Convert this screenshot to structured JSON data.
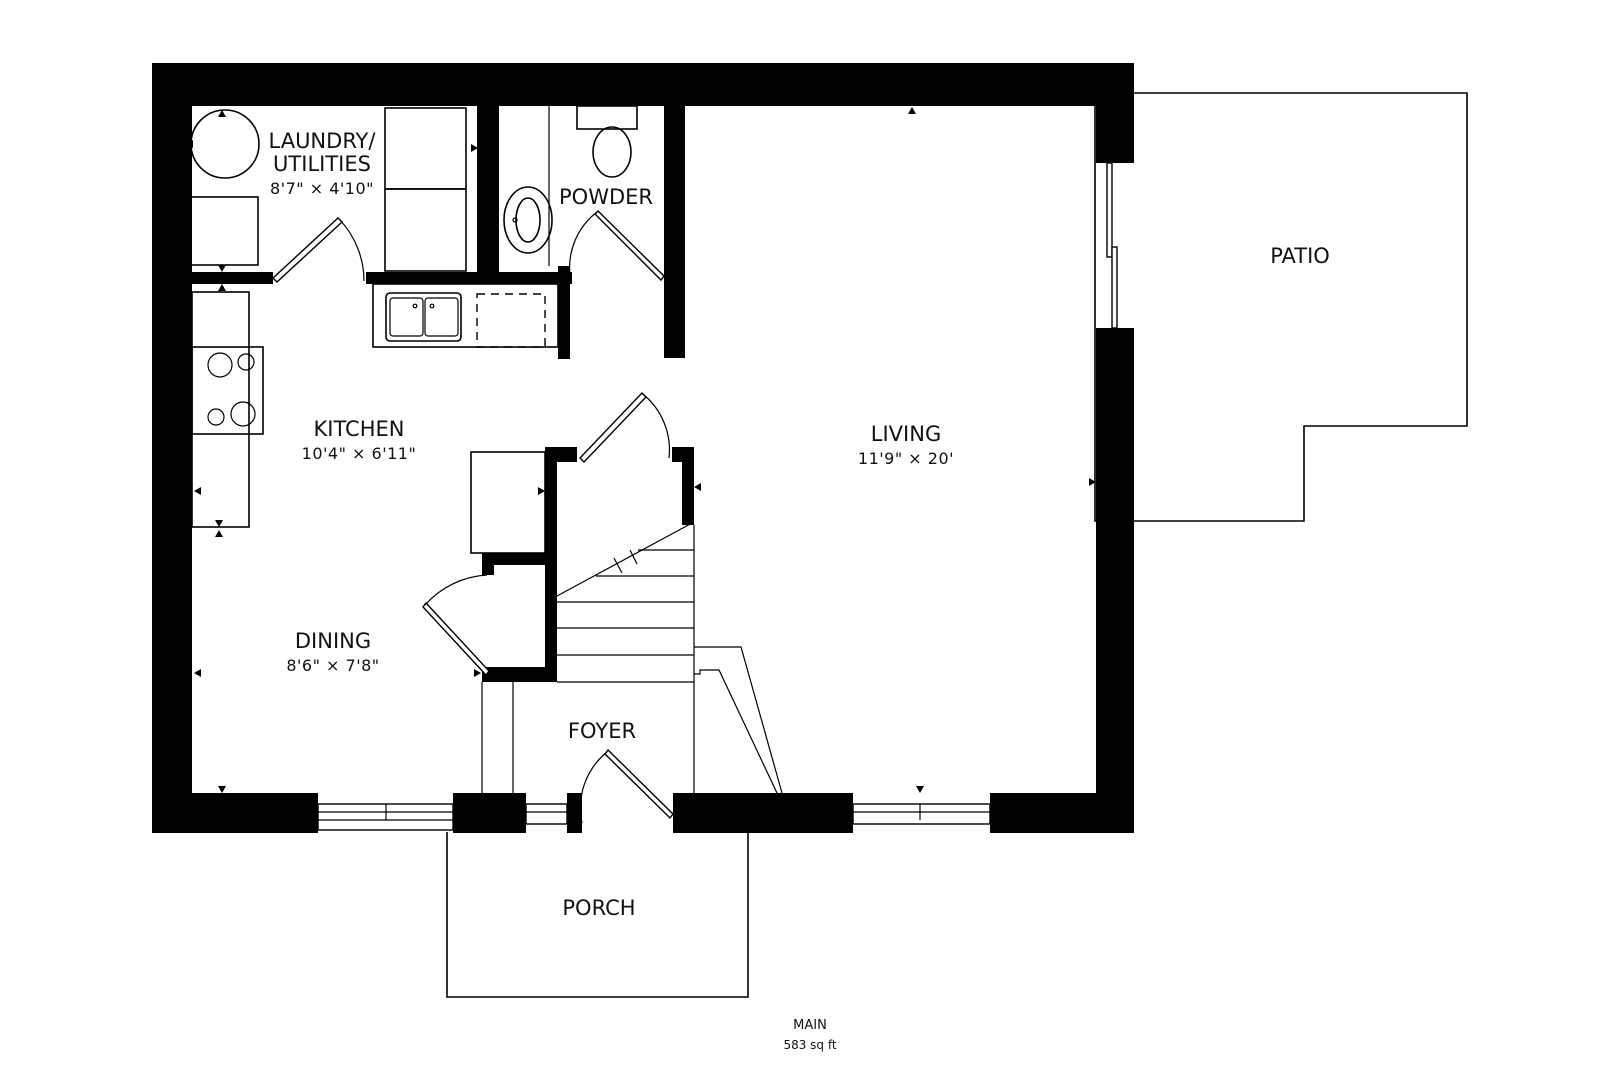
{
  "floor": {
    "name": "MAIN",
    "area": "583 sq ft"
  },
  "rooms": {
    "laundry": {
      "name_line1": "LAUNDRY/",
      "name_line2": "UTILITIES",
      "dimensions": "8'7\" × 4'10\""
    },
    "powder": {
      "name": "POWDER"
    },
    "kitchen": {
      "name": "KITCHEN",
      "dimensions": "10'4\" × 6'11\""
    },
    "dining": {
      "name": "DINING",
      "dimensions": "8'6\" × 7'8\""
    },
    "living": {
      "name": "LIVING",
      "dimensions": "11'9\" × 20'"
    },
    "foyer": {
      "name": "FOYER"
    },
    "porch": {
      "name": "PORCH"
    },
    "patio": {
      "name": "PATIO"
    }
  },
  "colors": {
    "wall": "#000000",
    "background": "#ffffff",
    "text": "#111111"
  }
}
